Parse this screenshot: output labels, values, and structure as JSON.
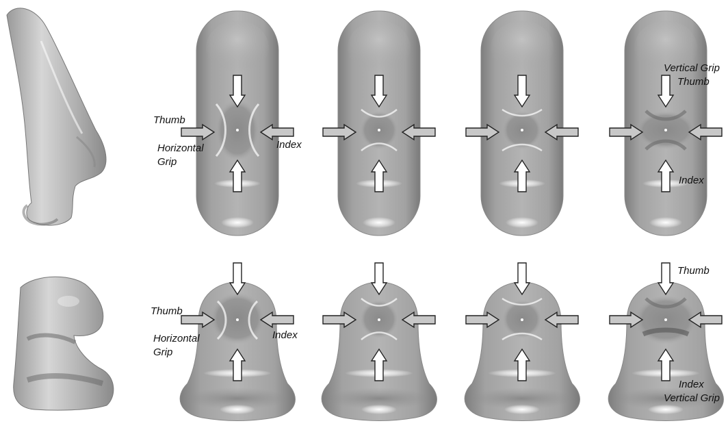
{
  "labels": {
    "thumb": "Thumb",
    "index": "Index",
    "horizontal": "Horizontal",
    "grip": "Grip",
    "vertical_grip": "Vertical Grip"
  },
  "colors": {
    "background": "#ffffff",
    "shape_light": "#d2d2d2",
    "shape_mid": "#a4a4a4",
    "shape_dark": "#6a6a6a",
    "vertical_arrow_fill": "#ffffff",
    "horizontal_arrow_fill": "#c8c8c8",
    "outline": "#222222"
  },
  "panels": {
    "side_views": [
      "tall-side-view",
      "short-side-view"
    ],
    "tall_row": [
      "tall-horizontal-grip",
      "tall-intermediate-1",
      "tall-intermediate-2",
      "tall-vertical-grip"
    ],
    "short_row": [
      "short-horizontal-grip",
      "short-intermediate-1",
      "short-intermediate-2",
      "short-vertical-grip"
    ]
  }
}
